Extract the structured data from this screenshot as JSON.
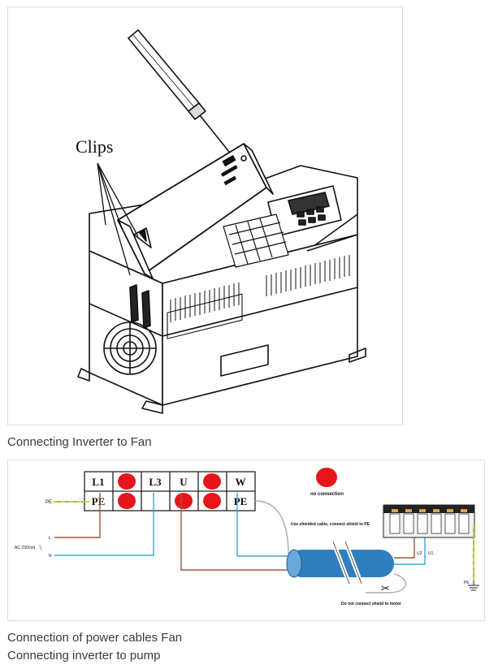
{
  "figure1": {
    "clips_label": "Clips"
  },
  "figure2": {
    "terminals_top": [
      "L1",
      "",
      "L3",
      "U",
      "",
      "W"
    ],
    "terminals_bottom": [
      "PE",
      "",
      "",
      "",
      "",
      "PE"
    ],
    "pe_label": "PE",
    "ac_label": "AC 230Volt",
    "l_label": "L",
    "n_label": "N",
    "legend_text": "no connection",
    "shield_note": "Use shielded cable, connect shield to PE",
    "motor_note": "Do not connect shield to motor",
    "u2_label": "U2",
    "u1_label": "U1",
    "pe_ground_label": "PE",
    "colors": {
      "red": "#e8141c",
      "brown": "#9a5a3c",
      "blue": "#3aa7d6",
      "cable": "#2f7fc0",
      "green_yellow": "#9ec23a"
    }
  },
  "captions": {
    "cap1": "Connecting Inverter to Fan",
    "cap2": "Connection of power cables Fan",
    "cap3": "Connecting inverter to pump"
  }
}
